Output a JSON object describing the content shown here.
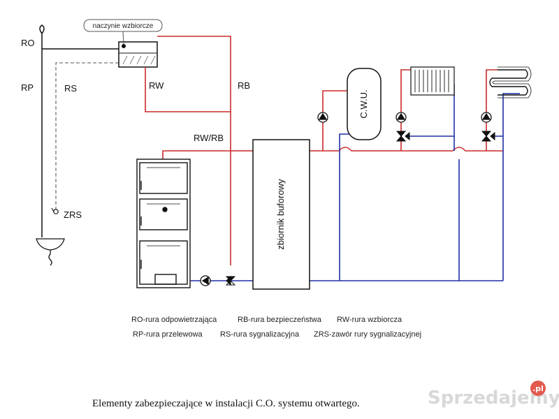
{
  "labels": {
    "expansion_vessel": "naczynie wzbiorcze",
    "ro": "RO",
    "rp": "RP",
    "rs": "RS",
    "rw": "RW",
    "rb": "RB",
    "rw_rb": "RW/RB",
    "zrs": "ZRS",
    "cwu": "C.W.U.",
    "buffer_tank": "zbiornik buforowy"
  },
  "legend": {
    "row1": [
      "RO-rura odpowietrzająca",
      "RB-rura bezpieczeństwa",
      "RW-rura wzbiorcza"
    ],
    "row2": [
      "RP-rura przelewowa",
      "RS-rura sygnalizacyjna",
      "ZRS-zawór rury sygnalizacyjnej"
    ]
  },
  "caption": "Elementy zabezpieczające w  instalacji C.O. systemu otwartego.",
  "watermark": {
    "text": "Sprzedajemy",
    "badge": ".pl"
  },
  "colors": {
    "supply": "#cc2a2a",
    "return": "#1f2fa6",
    "black": "#111111",
    "grey": "#888888"
  }
}
